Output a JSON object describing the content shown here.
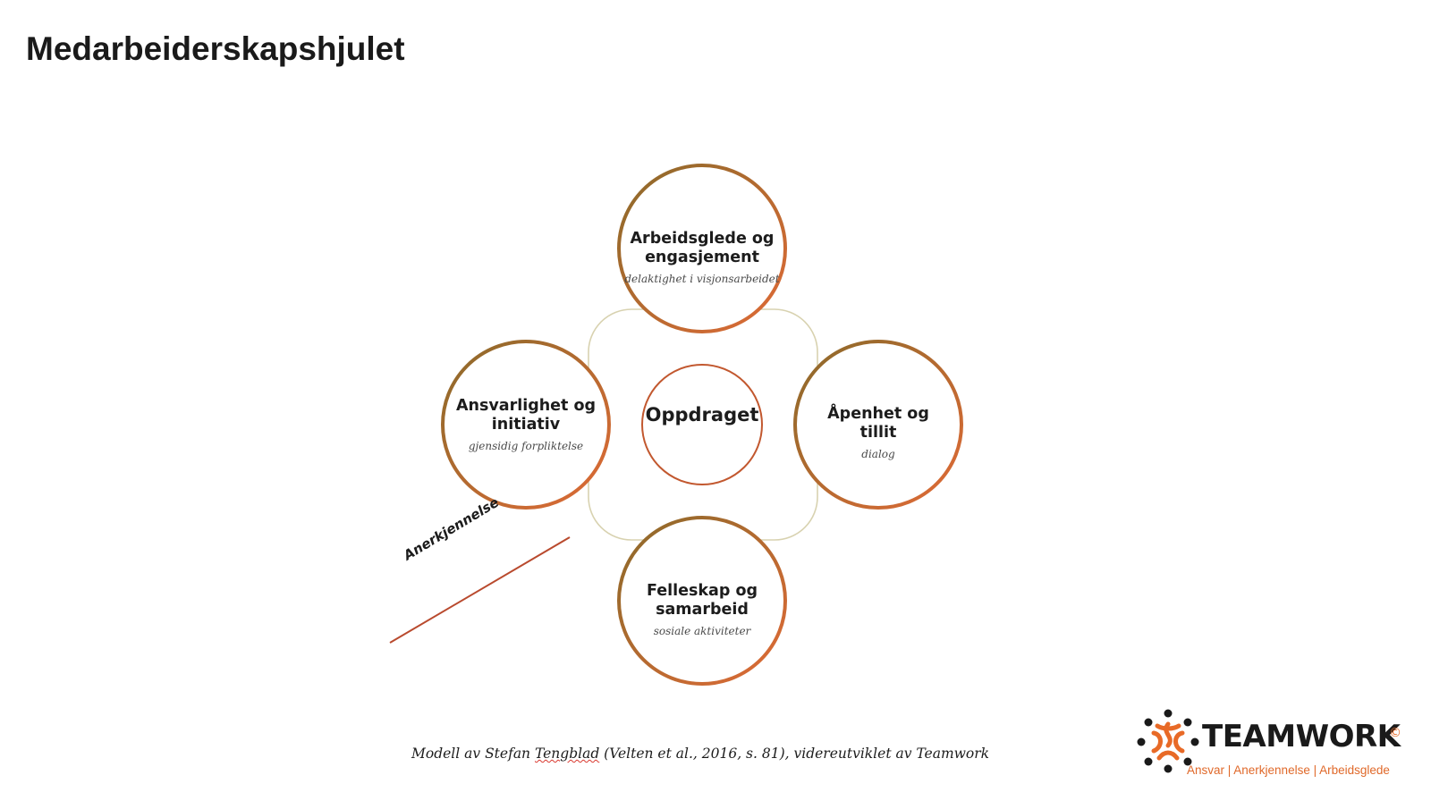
{
  "title": "Medarbeiderskapshjulet",
  "center": "Oppdraget",
  "nodes": {
    "top": {
      "title": "Arbeidsglede og engasjement",
      "subtitle": "delaktighet i visjonsarbeidet"
    },
    "left": {
      "title": "Ansvarlighet og initiativ",
      "subtitle": "gjensidig forpliktelse"
    },
    "right": {
      "title": "Åpenhet og tillit",
      "subtitle": "dialog"
    },
    "bottom": {
      "title": "Felleskap og samarbeid",
      "subtitle": "sosiale aktiviteter"
    }
  },
  "arrow_label": "Anerkjennelse",
  "caption": {
    "before": "Modell av Stefan ",
    "underlined": "Tengblad",
    "after": " (Velten et al., 2016, s. 81), videreutviklet av Teamwork"
  },
  "logo": {
    "word": "TEAMWORK",
    "copyright": "©",
    "tagline": "Ansvar | Anerkjennelse | Arbeidsglede"
  },
  "colors": {
    "ring_start": "#8a6a2a",
    "ring_end": "#e06a36",
    "connector": "#d8d2b0",
    "center_ring": "#c2582f",
    "arrow_line": "#b94a2e",
    "brand_orange": "#e86a27"
  }
}
